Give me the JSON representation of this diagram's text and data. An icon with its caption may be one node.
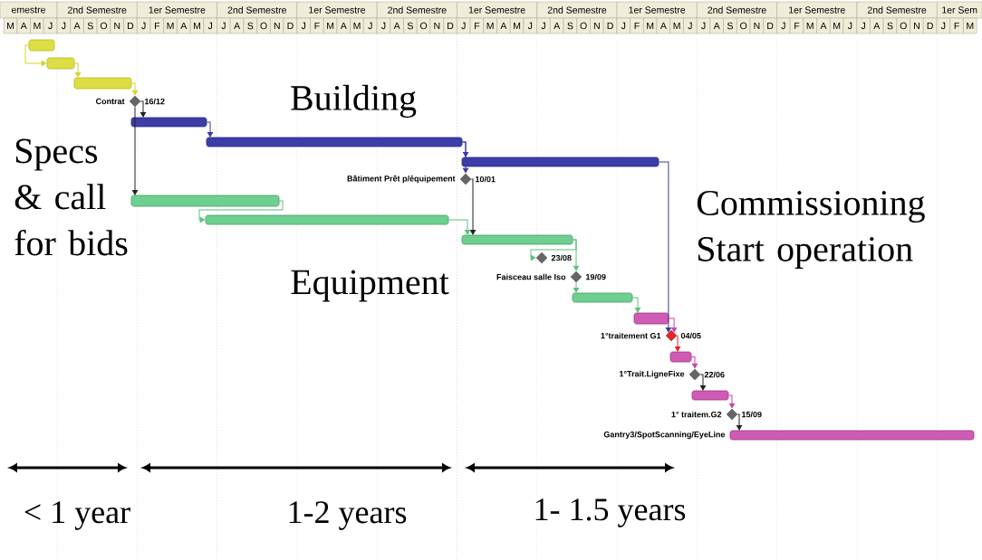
{
  "diagram": {
    "nodes": [
      {
        "text": [],
        "shape": "bar"
      },
      {
        "text": [],
        "shape": "bar"
      },
      {
        "text": [],
        "shape": "bar"
      },
      {
        "text": [
          "Contrat"
        ],
        "beside": [
          "16/12"
        ]
      },
      {
        "text": [],
        "shape": "bar"
      },
      {
        "text": [],
        "shape": "bar"
      },
      {
        "text": [],
        "shape": "bar"
      },
      {
        "text": [
          "Bâtiment Prêt p/équipement"
        ],
        "beside": [
          "10/01"
        ]
      },
      {
        "text": [],
        "shape": "bar"
      },
      {
        "text": [],
        "shape": "bar"
      },
      {
        "text": [],
        "shape": "bar"
      },
      {
        "text": [],
        "shape": "diamond",
        "beside": [
          "23/08"
        ]
      },
      {
        "text": [
          "Faisceau salle Iso"
        ],
        "beside": [
          "19/09"
        ]
      },
      {
        "text": [],
        "shape": "bar"
      },
      {
        "text": [],
        "shape": "bar"
      },
      {
        "text": [
          "1°traitement G1"
        ],
        "beside": [
          "04/05"
        ]
      },
      {
        "text": [],
        "shape": "bar"
      },
      {
        "text": [
          "1°Trait.LigneFixe"
        ],
        "beside": [
          "22/06"
        ]
      },
      {
        "text": [],
        "shape": "bar"
      },
      {
        "text": [
          "1° traitem.G2"
        ],
        "beside": [
          "15/09"
        ]
      },
      {
        "text": [
          "Gantry3/SpotScanning/EyeLine"
        ]
      }
    ],
    "edges": [
      {
        "from": 0,
        "to": 1,
        "arrow": "to",
        "color": "#d4d42a"
      },
      {
        "from": 1,
        "to": 2,
        "arrow": "to",
        "color": "#d4d42a"
      },
      {
        "from": 2,
        "to": 3,
        "arrow": "to",
        "color": "#d4d42a"
      },
      {
        "from": 3,
        "to": 4,
        "arrow": "to",
        "color": "#222222"
      },
      {
        "from": 3,
        "to": 8,
        "arrow": "to",
        "color": "#222222"
      },
      {
        "from": 4,
        "to": 5,
        "arrow": "to",
        "color": "#3b3b9e"
      },
      {
        "from": 5,
        "to": 6,
        "arrow": "to",
        "color": "#3b3b9e"
      },
      {
        "from": 5,
        "to": 7,
        "arrow": "to",
        "color": "#3b3b9e"
      },
      {
        "from": 7,
        "to": 10,
        "arrow": "to",
        "color": "#222222"
      },
      {
        "from": 8,
        "to": 9,
        "arrow": "to",
        "color": "#5cc07e"
      },
      {
        "from": 9,
        "to": 10,
        "arrow": "to",
        "color": "#5cc07e"
      },
      {
        "from": 10,
        "to": 11,
        "arrow": "to",
        "color": "#5cc07e"
      },
      {
        "from": 10,
        "to": 12,
        "arrow": "to",
        "color": "#5cc07e"
      },
      {
        "from": 12,
        "to": 13,
        "arrow": "to",
        "color": "#5cc07e"
      },
      {
        "from": 13,
        "to": 14,
        "arrow": "to",
        "color": "#5cc07e"
      },
      {
        "from": 6,
        "to": 15,
        "arrow": "to",
        "color": "#3b3b9e"
      },
      {
        "from": 14,
        "to": 15,
        "arrow": "to",
        "color": "#c447a6"
      },
      {
        "from": 15,
        "to": 16,
        "arrow": "to",
        "color": "#ee2222"
      },
      {
        "from": 16,
        "to": 17,
        "arrow": "to",
        "color": "#c447a6"
      },
      {
        "from": 17,
        "to": 18,
        "arrow": "to",
        "color": "#222222"
      },
      {
        "from": 18,
        "to": 19,
        "arrow": "to",
        "color": "#c447a6"
      },
      {
        "from": 19,
        "to": 20,
        "arrow": "to",
        "color": "#222222"
      }
    ],
    "labels": [
      "emestre",
      "2nd Semestre",
      "1er Semestre",
      "2nd Semestre",
      "1er Semestre",
      "2nd Semestre",
      "1er Semestre",
      "2nd Semestre",
      "1er Semestre",
      "2nd Semestre",
      "1er Semestre",
      "2nd Semestre",
      "1er Sem",
      "M",
      "A",
      "M",
      "J",
      "J",
      "A",
      "S",
      "O",
      "N",
      "D",
      "J",
      "F",
      "M",
      "A",
      "M",
      "J",
      "J",
      "A",
      "S",
      "O",
      "N",
      "D",
      "J",
      "F",
      "M",
      "A",
      "M",
      "J",
      "J",
      "A",
      "S",
      "O",
      "N",
      "D",
      "J",
      "F",
      "M",
      "A",
      "M",
      "J",
      "J",
      "A",
      "S",
      "O",
      "N",
      "D",
      "J",
      "F",
      "M",
      "A",
      "M",
      "J",
      "J",
      "A",
      "S",
      "O",
      "N",
      "D",
      "J",
      "F",
      "M",
      "A",
      "M",
      "J",
      "J",
      "A",
      "S",
      "O",
      "N",
      "D",
      "J",
      "F",
      "M",
      "Building",
      "Specs & call for bids",
      "Commissioning Start operation",
      "Equipment",
      "< 1 year",
      "1-2 years",
      "1- 1.5 years"
    ]
  }
}
